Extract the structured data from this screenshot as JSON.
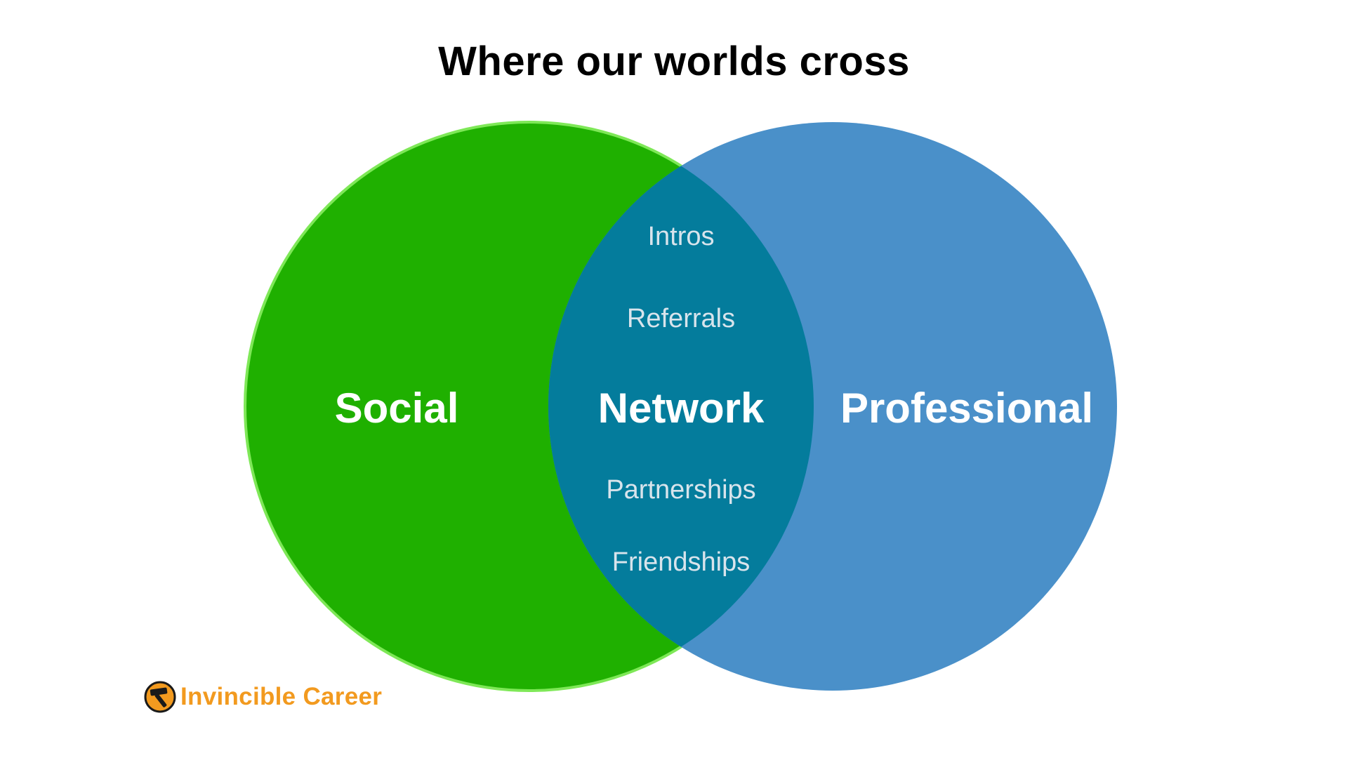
{
  "title": "Where our worlds cross",
  "diagram": {
    "left_label": "Social",
    "right_label": "Professional",
    "center_label": "Network",
    "overlap_items": [
      "Intros",
      "Referrals",
      "Partnerships",
      "Friendships"
    ],
    "colors": {
      "left_fill": "#1fb000",
      "left_stroke": "#7ee857",
      "right_fill": "#4a90c9",
      "overlap_fill": "#047c9c",
      "big_label": "#ffffff",
      "overlap_text": "#d8e4ec"
    }
  },
  "logo": {
    "text": "Invincible Career",
    "icon": "hammer-badge-icon",
    "color": "#f29a1f"
  }
}
